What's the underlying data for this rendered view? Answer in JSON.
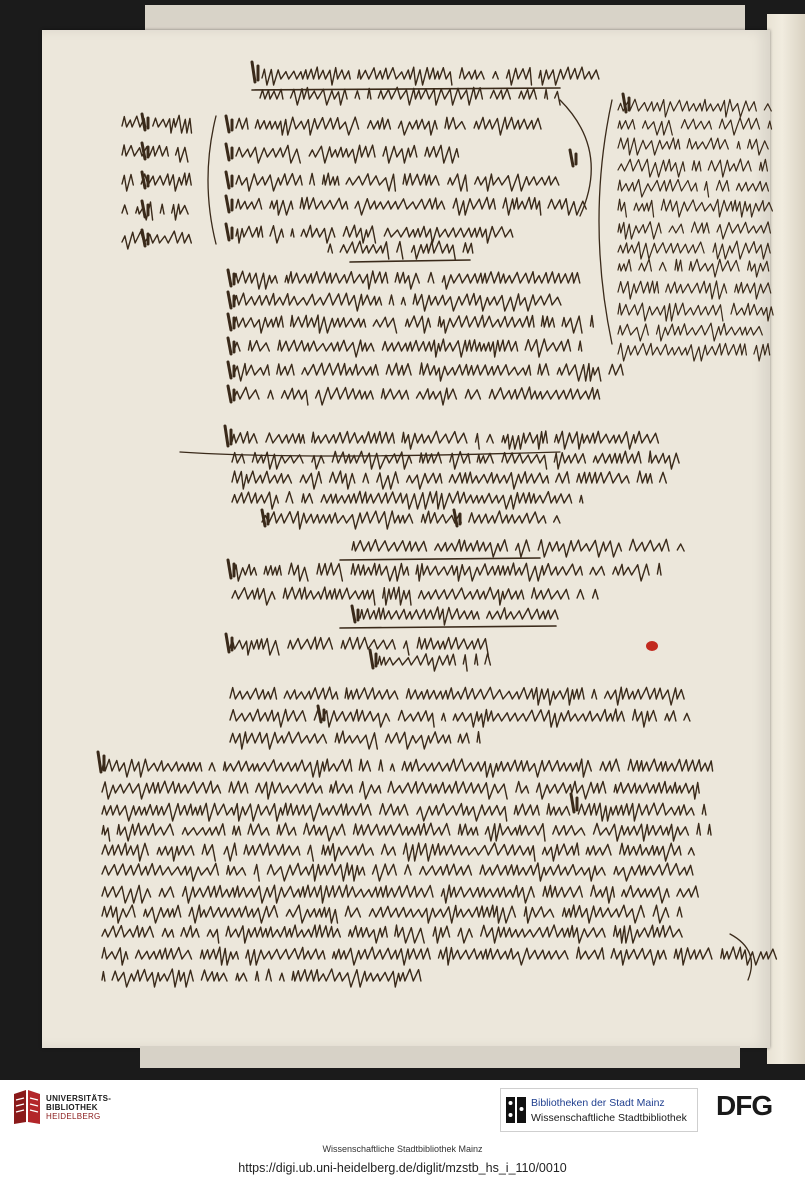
{
  "document": {
    "type": "digitized medieval manuscript leaf"
  },
  "footer": {
    "left_logo": {
      "icon": "university-library-heidelberg-logo",
      "line1": "UNIVERSITÄTS-",
      "line2": "BIBLIOTHEK",
      "line3": "HEIDELBERG"
    },
    "center_logo": {
      "icon": "mainz-city-libraries-logo",
      "title": "Bibliotheken der Stadt Mainz",
      "subtitle": "Wissenschaftliche Stadtbibliothek"
    },
    "right_logo": {
      "text": "DFG"
    },
    "holder": "Wissenschaftliche Stadtbibliothek Mainz",
    "url": "https://digi.ub.uni-heidelberg.de/diglit/mzstb_hs_i_110/0010"
  },
  "colors": {
    "parchment": "#ece7db",
    "ink_brown": "#3a2a1a",
    "rubric_red": "#c22a1f",
    "mainz_blue": "#1f3f8f",
    "ub_red": "#8a1a1a"
  }
}
